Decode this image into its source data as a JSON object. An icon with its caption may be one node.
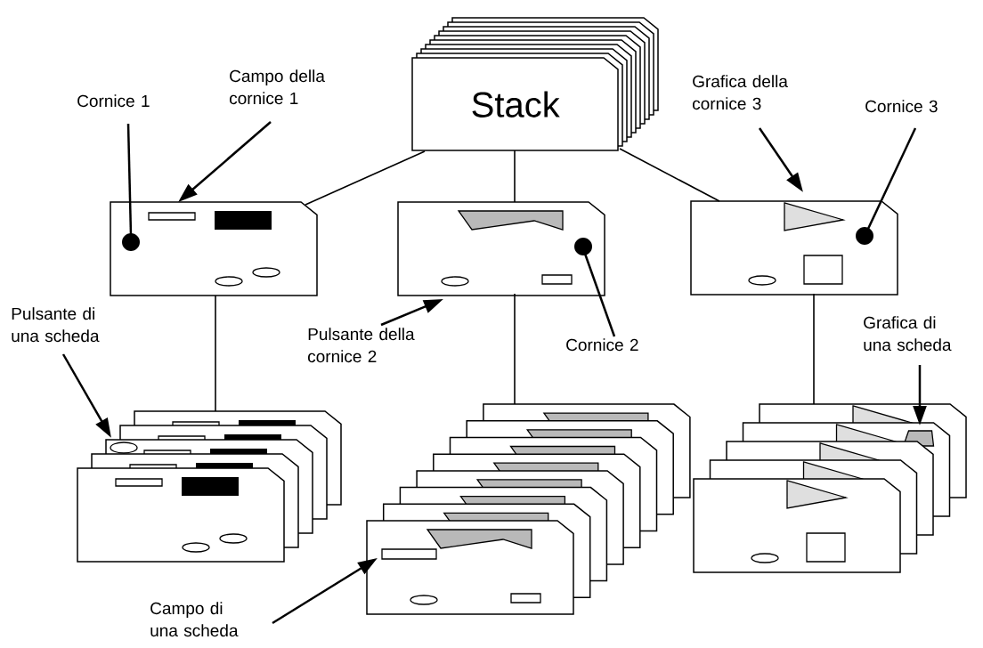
{
  "diagram": {
    "nodes": [
      {
        "text": [
          "Stack"
        ]
      },
      {
        "text": [],
        "shape": "box"
      },
      {
        "text": [],
        "shape": "box"
      },
      {
        "text": [],
        "shape": "box"
      },
      {
        "text": [],
        "shape": "box"
      },
      {
        "text": [],
        "shape": "box"
      },
      {
        "text": [],
        "shape": "box"
      },
      {
        "text": [
          "Cornice 1"
        ]
      },
      {
        "text": [
          "Campo della cornice 1"
        ]
      },
      {
        "text": [
          "Grafica della cornice 3"
        ]
      },
      {
        "text": [
          "Cornice 3"
        ]
      },
      {
        "text": [
          "Pulsante di una scheda"
        ]
      },
      {
        "text": [
          "Pulsante della cornice 2"
        ]
      },
      {
        "text": [
          "Cornice 2"
        ]
      },
      {
        "text": [
          "Grafica di una scheda"
        ]
      },
      {
        "text": [
          "Campo di una scheda"
        ]
      }
    ],
    "edges": [
      {
        "from": 0,
        "to": 1,
        "arrow": "none"
      },
      {
        "from": 0,
        "to": 2,
        "arrow": "none"
      },
      {
        "from": 0,
        "to": 3,
        "arrow": "none"
      },
      {
        "from": 1,
        "to": 4,
        "arrow": "none"
      },
      {
        "from": 2,
        "to": 5,
        "arrow": "none"
      },
      {
        "from": 3,
        "to": 6,
        "arrow": "none"
      },
      {
        "from": 7,
        "to": 1,
        "arrow": "none"
      },
      {
        "from": 8,
        "to": 1,
        "arrow": "to"
      },
      {
        "from": 9,
        "to": 3,
        "arrow": "to"
      },
      {
        "from": 10,
        "to": 3,
        "arrow": "none"
      },
      {
        "from": 11,
        "to": 4,
        "arrow": "to"
      },
      {
        "from": 12,
        "to": 2,
        "arrow": "to"
      },
      {
        "from": 13,
        "to": 2,
        "arrow": "none"
      },
      {
        "from": 14,
        "to": 6,
        "arrow": "to"
      },
      {
        "from": 15,
        "to": 5,
        "arrow": "to"
      }
    ]
  }
}
